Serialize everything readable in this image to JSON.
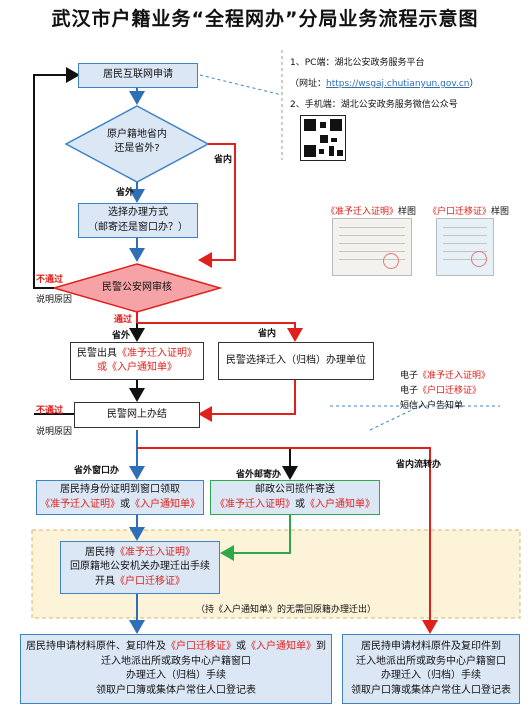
{
  "title": "武汉市户籍业务“全程网办”分局业务流程示意图",
  "nodes": {
    "apply": "居民互联网申请",
    "region_q_1": "原户籍地省内",
    "region_q_2": "还是省外?",
    "choose_1": "选择办理方式",
    "choose_2": "（邮寄还是窗口办？）",
    "review": "民警公安网审核",
    "issue_1": "民警出具",
    "issue_1_red": "《准予迁入证明》",
    "issue_2_pre": "或",
    "issue_2_red": "《入户通知单》",
    "select_unit": "民警选择迁入（归档）办理单位",
    "online_finish": "民警网上办结",
    "window_1": "居民持身份证明到窗口领取",
    "window_2a": "《准予迁入证明》",
    "window_2b": "或",
    "window_2c": "《入户通知单》",
    "post_1": "邮政公司揽件寄送",
    "post_2a": "《准予迁入证明》",
    "post_2b": "或",
    "post_2c": "《入户通知单》",
    "hold_1a": "居民持",
    "hold_1b": "《准予迁入证明》",
    "hold_2": "回原籍地公安机关办理迁出手续",
    "hold_3a": "开具",
    "hold_3b": "《户口迁移证》",
    "hold_note": "（持《入户通知单》的无需回原籍办理迁出）",
    "final_left_1a": "居民持申请材料原件、复印件及",
    "final_left_1b": "《户口迁移证》",
    "final_left_1c": "或",
    "final_left_1d": "《入户通知单》",
    "final_left_1e": "到",
    "final_left_2": "迁入地派出所或政务中心户籍窗口",
    "final_left_3": "办理迁入（归档）手续",
    "final_left_4": "领取户口簿或集体户常住人口登记表",
    "final_right_1": "居民持申请材料原件及复印件到",
    "final_right_2": "迁入地派出所或政务中心户籍窗口",
    "final_right_3": "办理迁入（归档）手续",
    "final_right_4": "领取户口簿或集体户常住人口登记表"
  },
  "labels": {
    "in_province": "省内",
    "out_province": "省外",
    "fail_1": "不通过",
    "explain_1": "说明原因",
    "pass": "通过",
    "out_province_2": "省外",
    "in_province_2": "省内",
    "fail_2": "不通过",
    "explain_2": "说明原因",
    "out_window": "省外窗口办",
    "out_post": "省外邮寄办",
    "in_transfer": "省内流转办"
  },
  "info": {
    "pc_line": "1、PC端：湖北公安政务服务平台",
    "url_prefix": "（网址：",
    "url": "https://wsgaj.chutianyun.gov.cn",
    "url_suffix": "）",
    "mobile_line": "2、手机端：湖北公安政务服务微信公众号"
  },
  "samples": {
    "sample1_red": "《准予迁入证明》",
    "sample1_suffix": "样图",
    "sample2_red": "《户口迁移证》",
    "sample2_suffix": "样图"
  },
  "electronic": {
    "line1_pre": "电子",
    "line1_red": "《准予迁入证明》",
    "line2_pre": "电子",
    "line2_red": "《户口迁移证》",
    "line3": "短信入户告知单"
  },
  "colors": {
    "blue_box": "#dce7f6",
    "blue_border": "#3f83c7",
    "red": "#e0201b",
    "green": "#2fa84a",
    "pink": "#f5a3a6",
    "yellow_zone": "#fdf3d9"
  }
}
